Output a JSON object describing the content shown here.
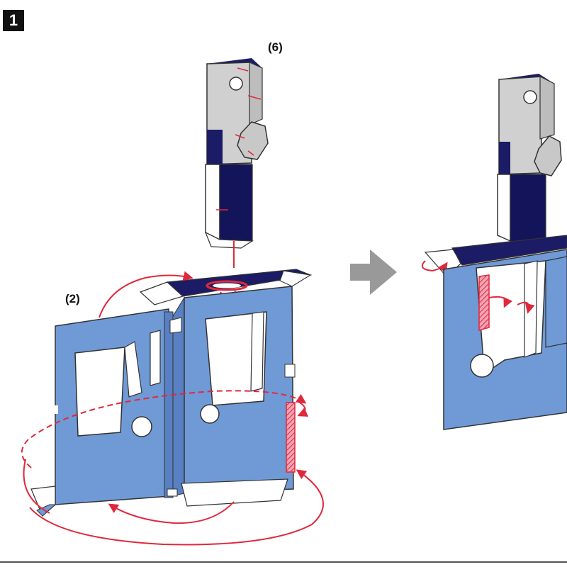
{
  "step": {
    "number": "1"
  },
  "callouts": {
    "part_6": "(6)",
    "part_2": "(2)"
  },
  "icons": {
    "step_badge": "step-number-badge",
    "transition_arrow": "right-arrow-icon"
  },
  "colors": {
    "panel_blue": "#6f9ad6",
    "panel_edge": "#5880c2",
    "navy": "#14145a",
    "key_gray": "#d0d0d0",
    "annotation_red": "#e0283c",
    "arrow_gray": "#999999"
  }
}
